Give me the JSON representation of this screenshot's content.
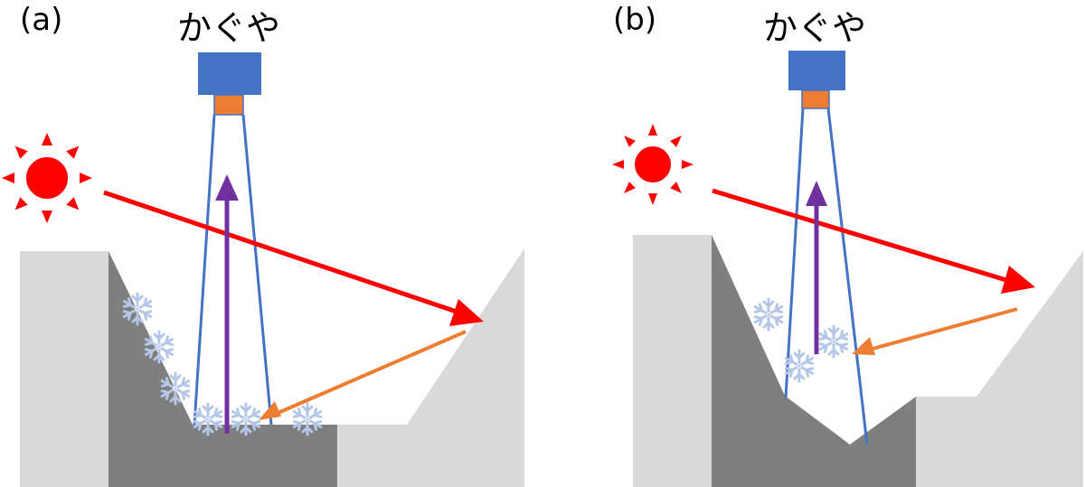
{
  "panels": [
    {
      "label": "(a)",
      "spacecraft": "かぐや"
    },
    {
      "label": "(b)",
      "spacecraft": "かぐや"
    }
  ],
  "colors": {
    "spacecraft_body": "#4472c4",
    "sensor": "#ed7d31",
    "sun": "#ff0000",
    "sunlight_ray": "#ff0000",
    "reflected_ray": "#ed7d31",
    "emitted_ray": "#7030a0",
    "field_of_view": "#4472c4",
    "shadowed_terrain": "#7f7f7f",
    "lit_terrain": "#d9d9d9",
    "ice": "#b4c7e7"
  }
}
